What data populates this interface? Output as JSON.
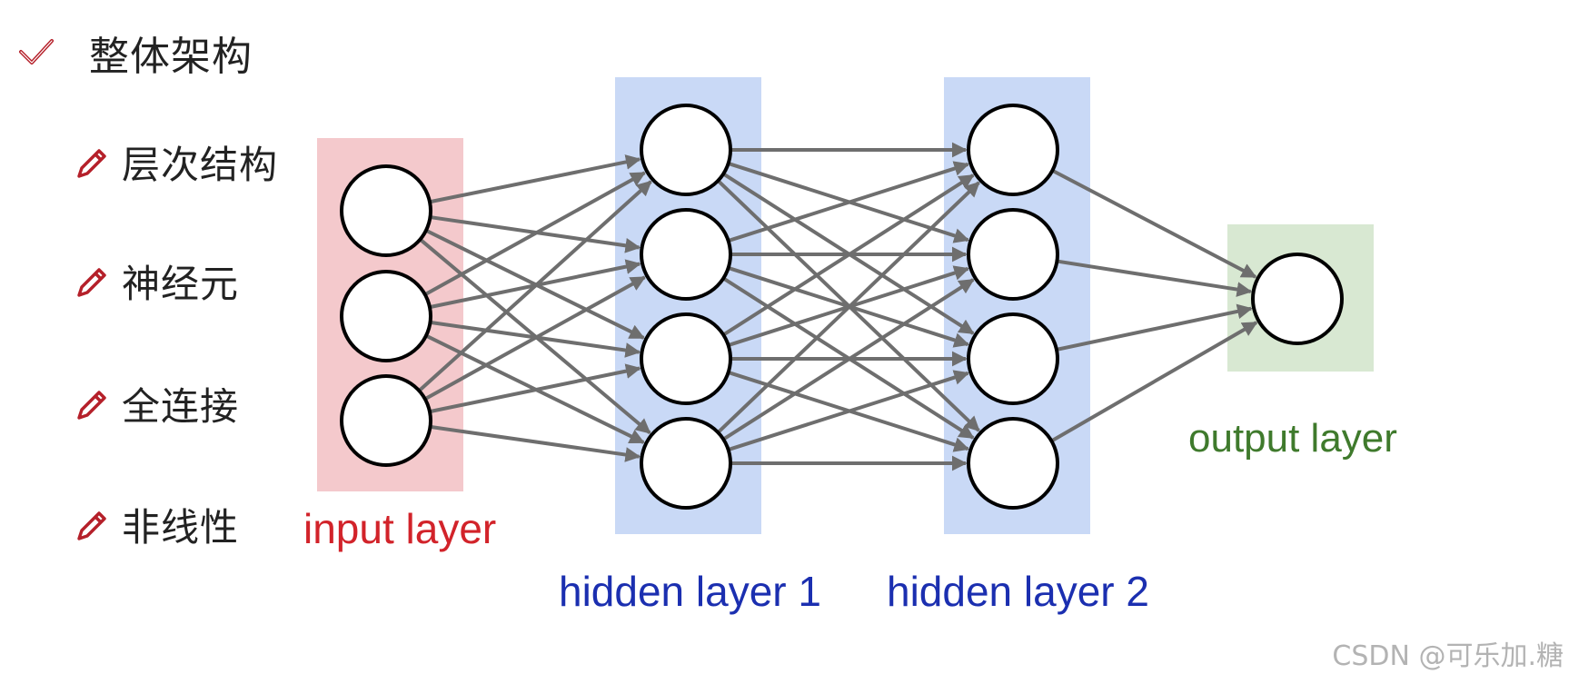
{
  "outline": {
    "heading": "整体架构",
    "items": [
      {
        "label": "层次结构"
      },
      {
        "label": "神经元"
      },
      {
        "label": "全连接"
      },
      {
        "label": "非线性"
      }
    ]
  },
  "diagram": {
    "layers": [
      {
        "label": "input layer",
        "nodes": 3,
        "fill": "#f4c9cc",
        "label_color": "#d2232a"
      },
      {
        "label": "hidden layer 1",
        "nodes": 4,
        "fill": "#c9d9f6",
        "label_color": "#1b2fb0"
      },
      {
        "label": "hidden layer 2",
        "nodes": 4,
        "fill": "#c9d9f6",
        "label_color": "#1b2fb0"
      },
      {
        "label": "output layer",
        "nodes": 1,
        "fill": "#d8e8d2",
        "label_color": "#3f7a2c"
      }
    ],
    "connection_color": "#6e6e6e",
    "connectivity": "fully-connected"
  },
  "colors": {
    "check_icon": "#b5202a",
    "pencil_icon": "#b5202a",
    "text": "#222222"
  },
  "watermark": "CSDN @可乐加.糖"
}
